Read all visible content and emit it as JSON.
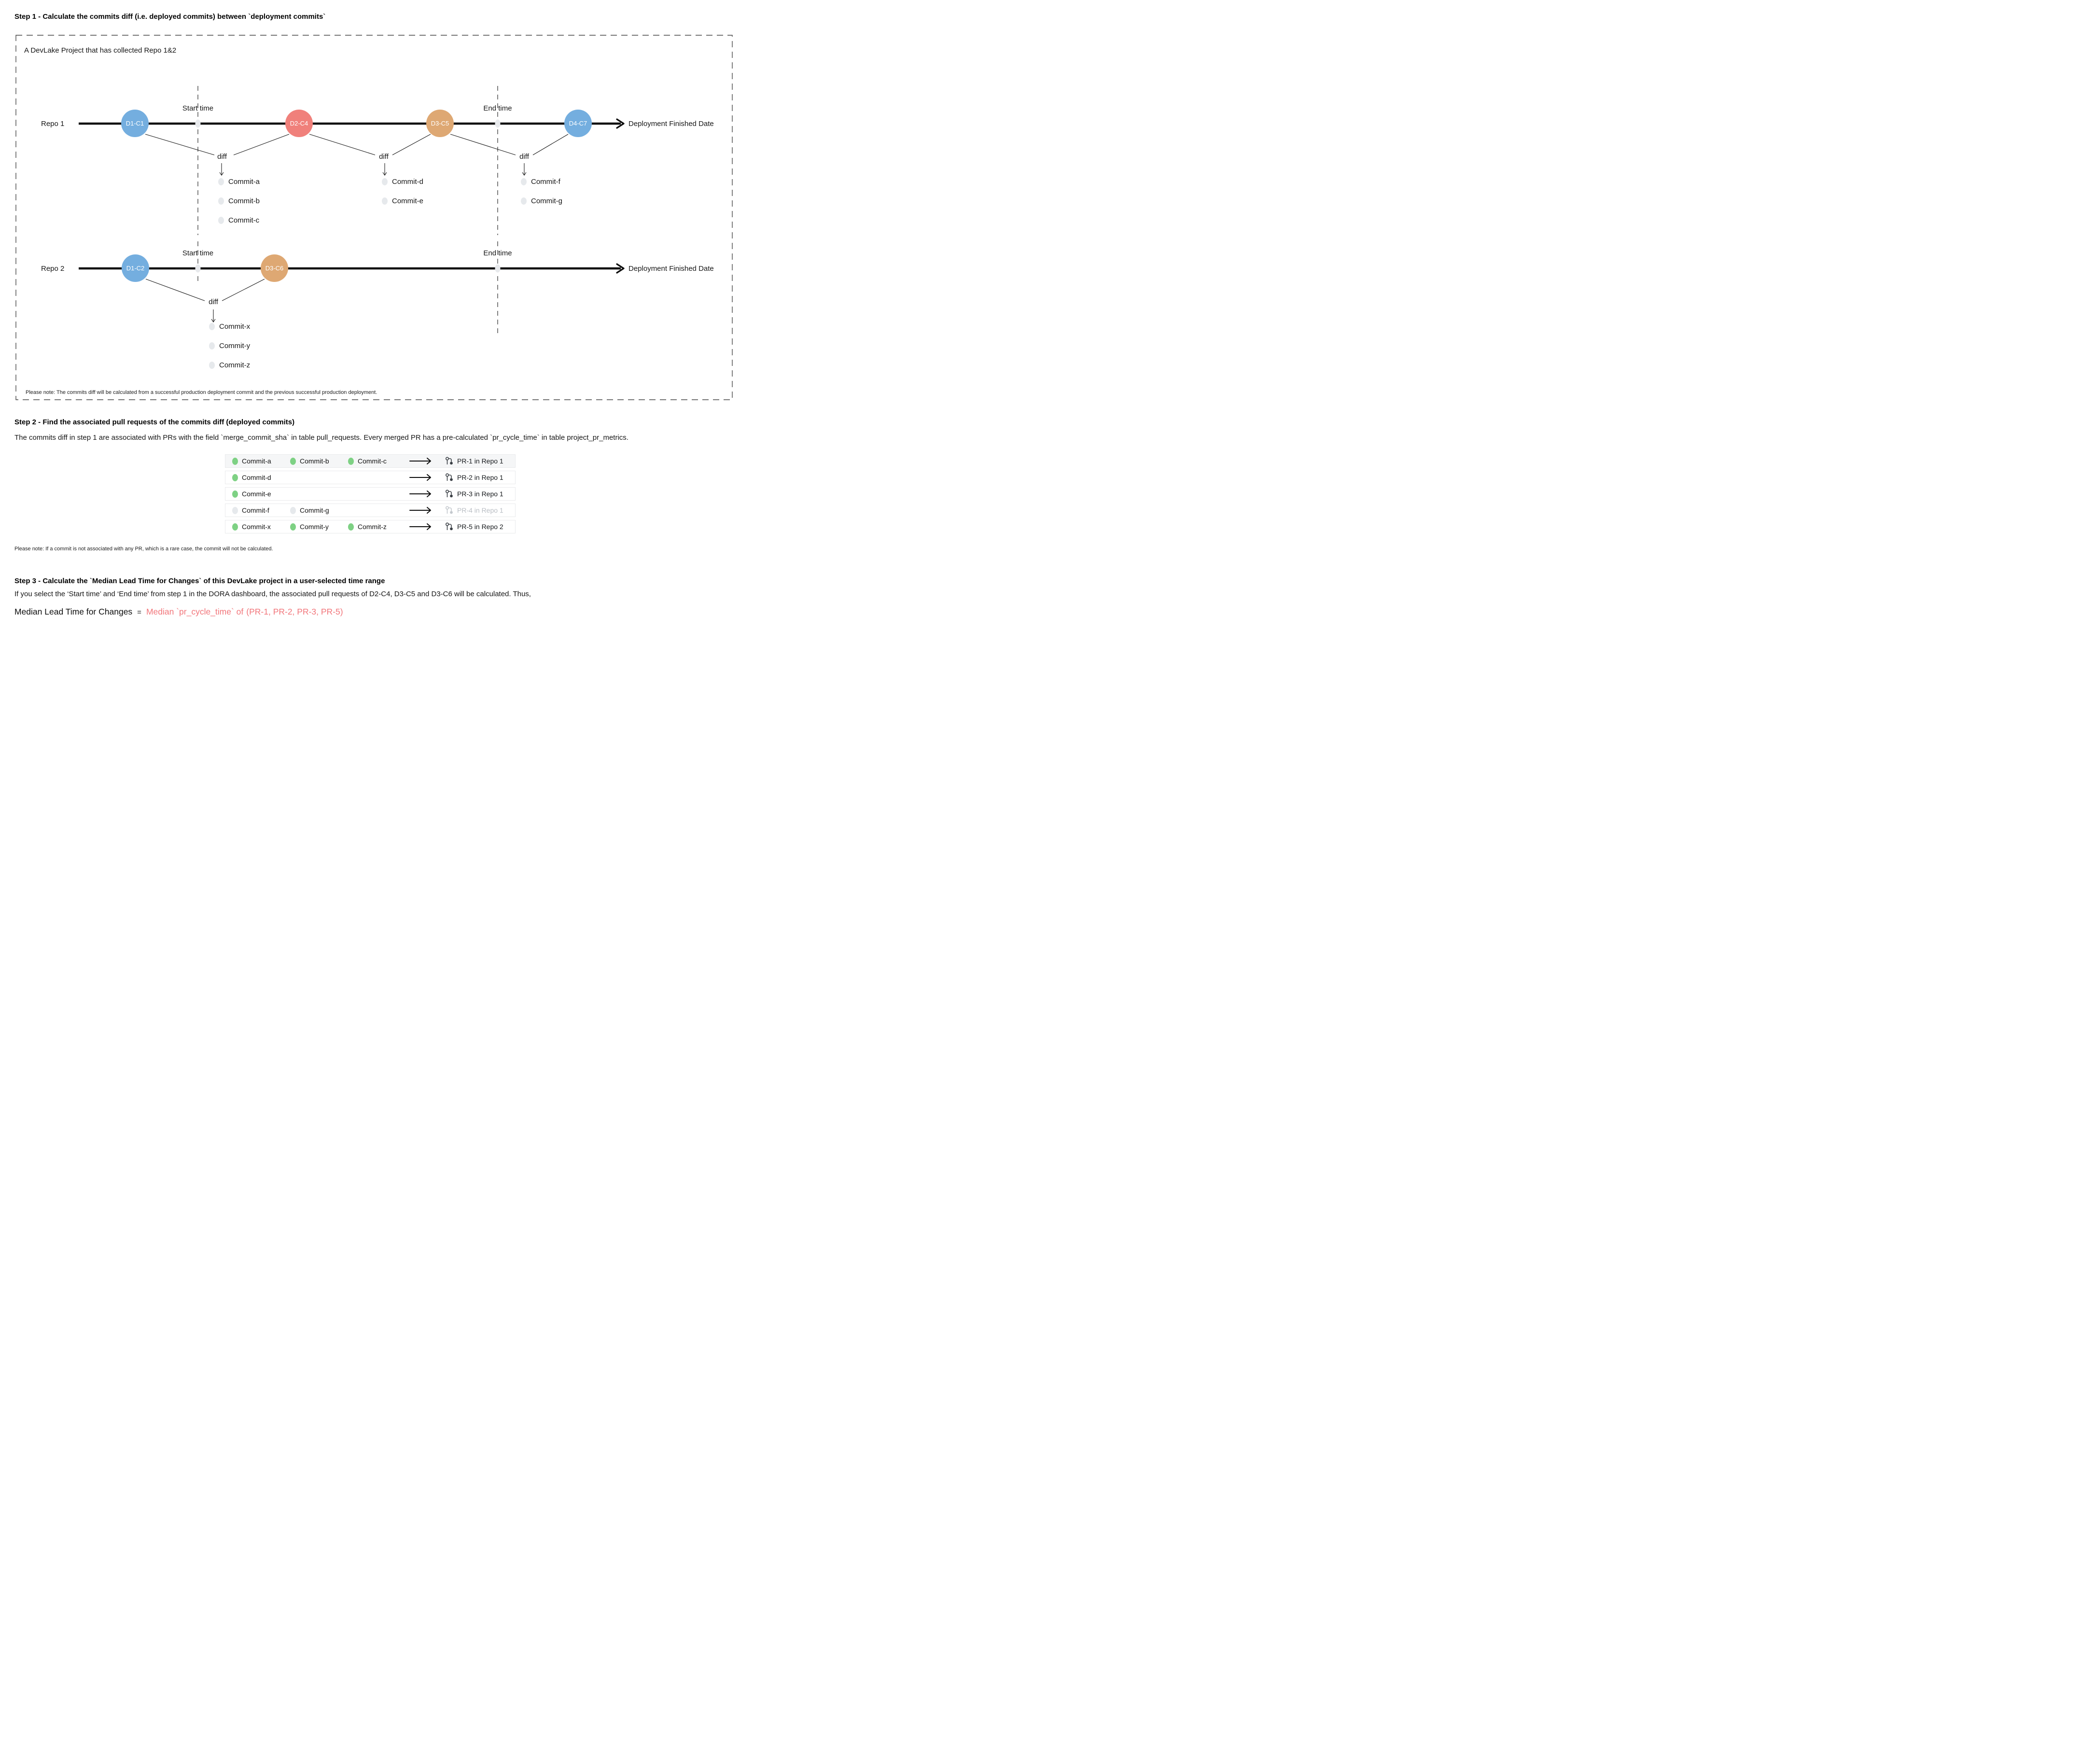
{
  "step1": {
    "title": "Step 1 - Calculate the commits diff (i.e. deployed commits) between `deployment commits`",
    "box_label": "A DevLake Project that has collected Repo 1&2",
    "start_time_label": "Start time",
    "end_time_label": "End time",
    "deployment_finished_label": "Deployment Finished Date",
    "diff_label": "diff",
    "repo1": {
      "label": "Repo 1",
      "deployments": [
        {
          "id": "D1-C1"
        },
        {
          "id": "D2-C4"
        },
        {
          "id": "D3-C5"
        },
        {
          "id": "D4-C7"
        }
      ],
      "diffs": [
        {
          "commits": [
            "Commit-a",
            "Commit-b",
            "Commit-c"
          ]
        },
        {
          "commits": [
            "Commit-d",
            "Commit-e"
          ]
        },
        {
          "commits": [
            "Commit-f",
            "Commit-g"
          ]
        }
      ]
    },
    "repo2": {
      "label": "Repo 2",
      "deployments": [
        {
          "id": "D1-C2"
        },
        {
          "id": "D3-C6"
        }
      ],
      "diffs": [
        {
          "commits": [
            "Commit-x",
            "Commit-y",
            "Commit-z"
          ]
        }
      ]
    },
    "note": "Please note: The commits diff will be calculated from a successful production deployment commit and the previous successful production deployment."
  },
  "step2": {
    "title": "Step 2 - Find the associated pull requests of the commits diff (deployed commits)",
    "description": "The commits diff in step 1 are associated with PRs with the field `merge_commit_sha` in table pull_requests. Every merged PR has a pre-calculated `pr_cycle_time` in table project_pr_metrics.",
    "rows": [
      {
        "commits": [
          "Commit-a",
          "Commit-b",
          "Commit-c"
        ],
        "pr": "PR-1 in Repo 1",
        "state": "merged"
      },
      {
        "commits": [
          "Commit-d"
        ],
        "pr": "PR-2 in Repo 1",
        "state": "merged"
      },
      {
        "commits": [
          "Commit-e"
        ],
        "pr": "PR-3 in Repo 1",
        "state": "merged"
      },
      {
        "commits": [
          "Commit-f",
          "Commit-g"
        ],
        "pr": "PR-4 in Repo 1",
        "state": "excluded"
      },
      {
        "commits": [
          "Commit-x",
          "Commit-y",
          "Commit-z"
        ],
        "pr": "PR-5 in Repo 2",
        "state": "merged"
      }
    ],
    "note": "Please note: If a commit is not associated with any PR, which is a rare case, the commit will not be calculated."
  },
  "step3": {
    "title": "Step 3 - Calculate the `Median Lead Time for Changes` of this DevLake project in a user-selected time range",
    "description": "If you select the ‘Start time’ and ‘End time’ from step 1 in the DORA dashboard, the associated pull requests of D2-C4, D3-C5 and D3-C6 will be calculated. Thus,",
    "formula_left": "Median Lead Time for Changes",
    "formula_eq": "=",
    "formula_right_1": "Median `pr_cycle_time` of",
    "formula_right_2": "(PR-1, PR-2, PR-3, PR-5)"
  },
  "colors": {
    "deployment_blue": "#74AEDF",
    "deployment_red": "#F0807B",
    "deployment_orange": "#DEA873",
    "timeline_dot_gray": "#E8EAED",
    "commit_gray": "#E6E9EC",
    "commit_green": "#7ED184",
    "pr_icon_dark": "#3A3F45",
    "pr_icon_muted": "#C3C8CD",
    "formula_salmon": "#F2767B"
  }
}
